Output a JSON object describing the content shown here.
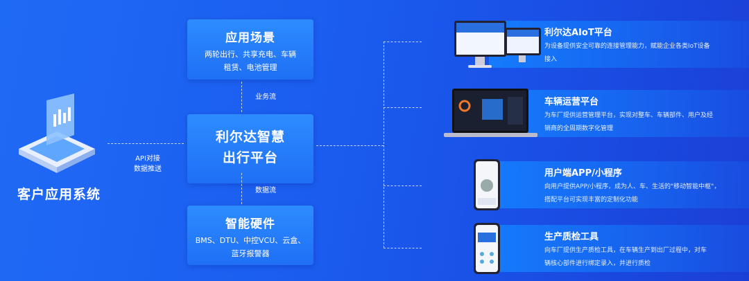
{
  "client": {
    "title": "客户应用系统"
  },
  "links": {
    "api_line1": "API对接",
    "api_line2": "数据推送",
    "business_flow": "业务流",
    "data_flow": "数据流"
  },
  "center": {
    "scenario": {
      "title": "应用场景",
      "line1": "两轮出行、共享充电、车辆",
      "line2": "租赁、电池管理"
    },
    "platform": {
      "line1": "利尔达智慧",
      "line2": "出行平台"
    },
    "hardware": {
      "title": "智能硬件",
      "line1": "BMS、DTU、中控VCU、云盒、",
      "line2": "蓝牙报警器"
    }
  },
  "products": [
    {
      "title": "利尔达AIoT平台",
      "line1": "为设备提供安全可靠的连接管理能力，赋能企业各类IoT设备",
      "line2": "接入"
    },
    {
      "title": "车辆运营平台",
      "line1": "为车厂提供运营管理平台，实现对整车、车辆部件、用户及经",
      "line2": "销商的全周期数字化管理"
    },
    {
      "title": "用户端APP/小程序",
      "line1": "向用户提供APP/小程序，成为人、车、生活的\"移动智能中枢\"，",
      "line2": "搭配平台可实现丰富的定制化功能"
    },
    {
      "title": "生产质检工具",
      "line1": "向车厂提供生产质检工具，在车辆生产到出厂过程中，对车",
      "line2": "辆核心部件进行绑定录入，并进行质检"
    }
  ]
}
